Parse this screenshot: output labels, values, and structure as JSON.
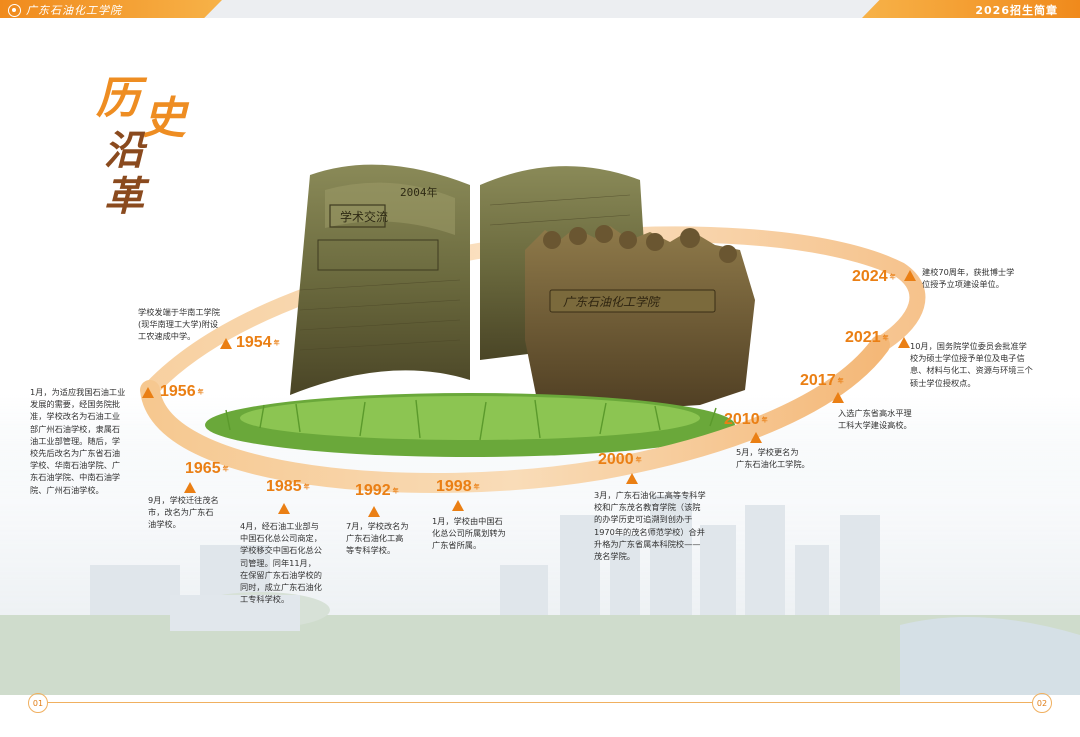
{
  "header": {
    "school_name": "广东石油化工学院",
    "brochure_title": "2026招生简章"
  },
  "title": [
    "历",
    "史",
    "沿",
    "革"
  ],
  "monument": {
    "inscription_top": "学术交流",
    "inscription_year": "2004年",
    "banner_text": "广东石油化工学院"
  },
  "timeline": [
    {
      "year": "1954",
      "desc": [
        "学校发端于华南工学院",
        "(现华南理工大学)附设",
        "工农速成中学。"
      ]
    },
    {
      "year": "1956",
      "desc": [
        "1月，为适应我国石油工业",
        "发展的需要，经国务院批",
        "准，学校改名为石油工业",
        "部广州石油学校，隶属石",
        "油工业部管理。随后，学",
        "校先后改名为广东省石油",
        "学校、华南石油学院、广",
        "东石油学院、中南石油学",
        "院、广州石油学校。"
      ]
    },
    {
      "year": "1965",
      "desc": [
        "9月，学校迁往茂名",
        "市，改名为广东石",
        "油学校。"
      ]
    },
    {
      "year": "1985",
      "desc": [
        "4月，经石油工业部与",
        "中国石化总公司商定，",
        "学校移交中国石化总公",
        "司管理。同年11月，",
        "在保留广东石油学校的",
        "同时，成立广东石油化",
        "工专科学校。"
      ]
    },
    {
      "year": "1992",
      "desc": [
        "7月，学校改名为",
        "广东石油化工高",
        "等专科学校。"
      ]
    },
    {
      "year": "1998",
      "desc": [
        "1月，学校由中国石",
        "化总公司所属划转为",
        "广东省所属。"
      ]
    },
    {
      "year": "2000",
      "desc": [
        "3月，广东石油化工高等专科学",
        "校和广东茂名教育学院（该院",
        "的办学历史可追溯到创办于",
        "1970年的茂名师范学校）合并",
        "升格为广东省属本科院校——",
        "茂名学院。"
      ]
    },
    {
      "year": "2010",
      "desc": [
        "5月，学校更名为",
        "广东石油化工学院。"
      ]
    },
    {
      "year": "2017",
      "desc": [
        "入选广东省高水平理",
        "工科大学建设高校。"
      ]
    },
    {
      "year": "2021",
      "desc": [
        "10月，国务院学位委员会批准学",
        "校为硕士学位授予单位及电子信",
        "息、材料与化工、资源与环境三个",
        "硕士学位授权点。"
      ]
    },
    {
      "year": "2024",
      "desc": [
        "建校70周年，获批博士学",
        "位授予立项建设单位。"
      ]
    }
  ],
  "year_suffix": "年",
  "footer": {
    "page_left": "01",
    "page_right": "02"
  },
  "colors": {
    "accent": "#ea7f14",
    "title_dark": "#8a4a1e",
    "bronze": "#6b6a3e"
  }
}
